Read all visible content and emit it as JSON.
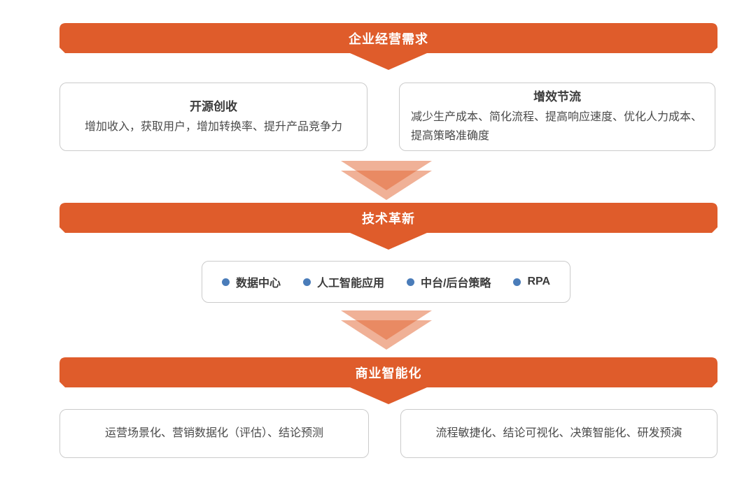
{
  "colors": {
    "banner_orange": "#DF5C2B",
    "banner_text": "#FFFFFF",
    "chevron_orange": "#E26330",
    "box_border": "#CBCBCB",
    "title_text": "#3B3B3B",
    "body_text": "#4A4A4A",
    "bullet_blue": "#4A7CB9"
  },
  "flow": {
    "stage1": {
      "banner": "企业经营需求",
      "boxes": [
        {
          "title": "开源创收",
          "body": "增加收入，获取用户，增加转换率、提升产品竞争力"
        },
        {
          "title": "增效节流",
          "body": "减少生产成本、简化流程、提高响应速度、优化人力成本、提高策略准确度"
        }
      ]
    },
    "stage2": {
      "banner": "技术革新",
      "bullets": [
        "数据中心",
        "人工智能应用",
        "中台/后台策略",
        "RPA"
      ]
    },
    "stage3": {
      "banner": "商业智能化",
      "boxes": [
        {
          "body": "运营场景化、营销数据化（评估）、结论预测"
        },
        {
          "body": "流程敏捷化、结论可视化、决策智能化、研发预演"
        }
      ]
    }
  }
}
